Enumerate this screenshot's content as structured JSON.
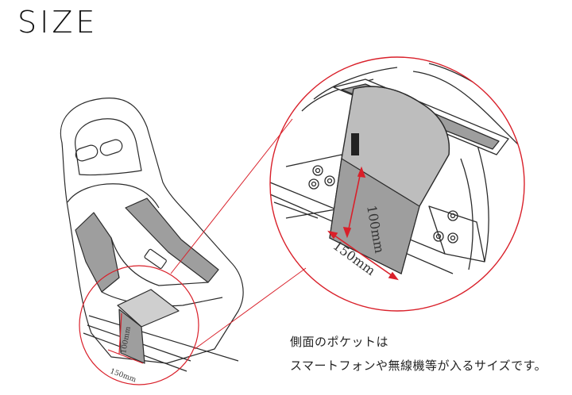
{
  "heading": "SIZE",
  "dimensions": {
    "height": "100mm",
    "width": "150mm"
  },
  "caption": {
    "line1": "側面のポケットは",
    "line2": "スマートフォンや無線機等が入るサイズです。"
  },
  "colors": {
    "accent_red": "#d9202a",
    "panel_gray": "#9e9e9e",
    "outline": "#2b2b2b"
  }
}
